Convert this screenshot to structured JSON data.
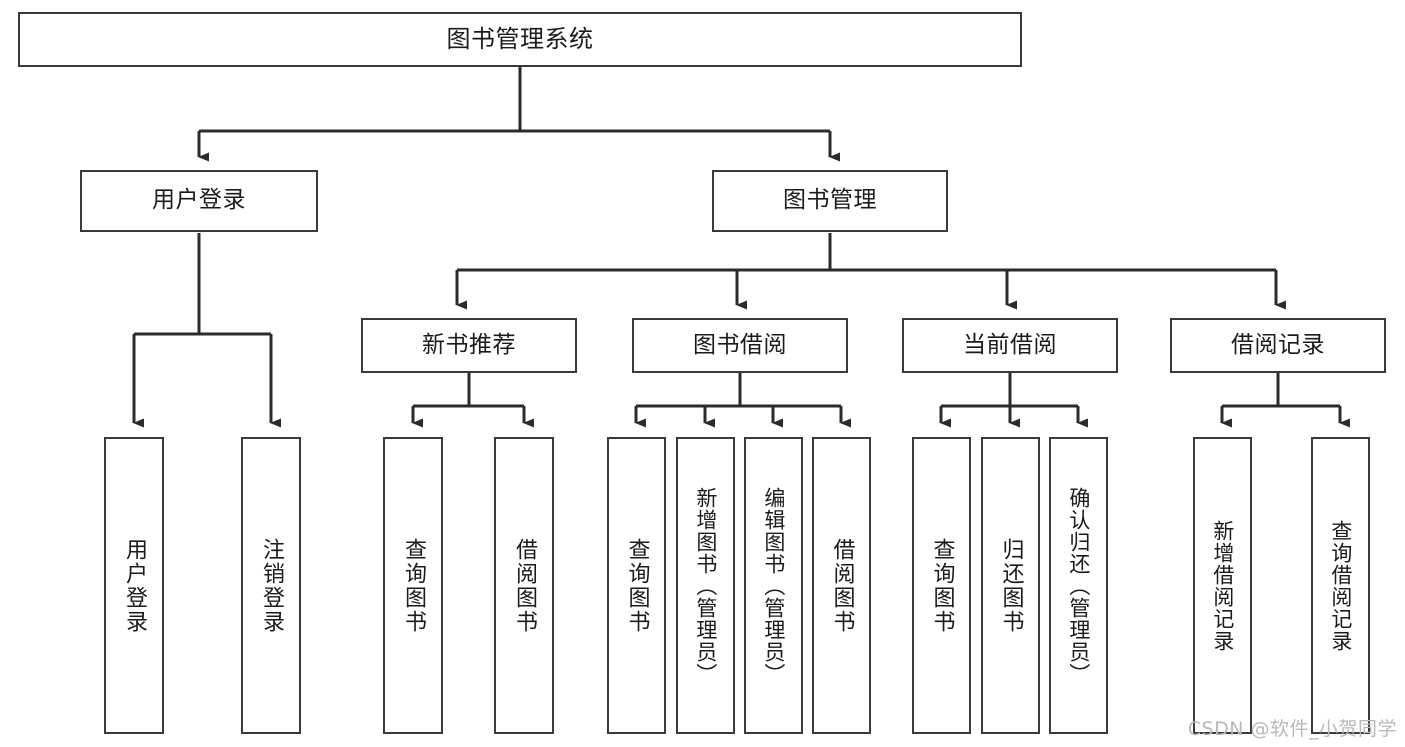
{
  "diagram": {
    "type": "hierarchy-tree",
    "title": "图书管理系统",
    "watermark": "CSDN @软件_小贺同学",
    "colors": {
      "background": "#ffffff",
      "box_border": "#3a3a3a",
      "connector": "#2b2b2b",
      "text": "#1b1b1b",
      "watermark": "#b9b9b9"
    },
    "levels": {
      "root": {
        "label": "图书管理系统"
      },
      "level1": [
        {
          "label": "用户登录"
        },
        {
          "label": "图书管理"
        }
      ],
      "level2": [
        {
          "label": "新书推荐"
        },
        {
          "label": "图书借阅"
        },
        {
          "label": "当前借阅"
        },
        {
          "label": "借阅记录"
        }
      ],
      "leaves": {
        "user_login": [
          {
            "label": "用户登录"
          },
          {
            "label": "注销登录"
          }
        ],
        "new_book_recommend": [
          {
            "label": "查询图书"
          },
          {
            "label": "借阅图书"
          }
        ],
        "book_borrow": [
          {
            "label": "查询图书"
          },
          {
            "label": "新增图书（管理员）"
          },
          {
            "label": "编辑图书（管理员）"
          },
          {
            "label": "借阅图书"
          }
        ],
        "current_borrow": [
          {
            "label": "查询图书"
          },
          {
            "label": "归还图书"
          },
          {
            "label": "确认归还（管理员）"
          }
        ],
        "borrow_record": [
          {
            "label": "新增借阅记录"
          },
          {
            "label": "查询借阅记录"
          }
        ]
      }
    }
  }
}
